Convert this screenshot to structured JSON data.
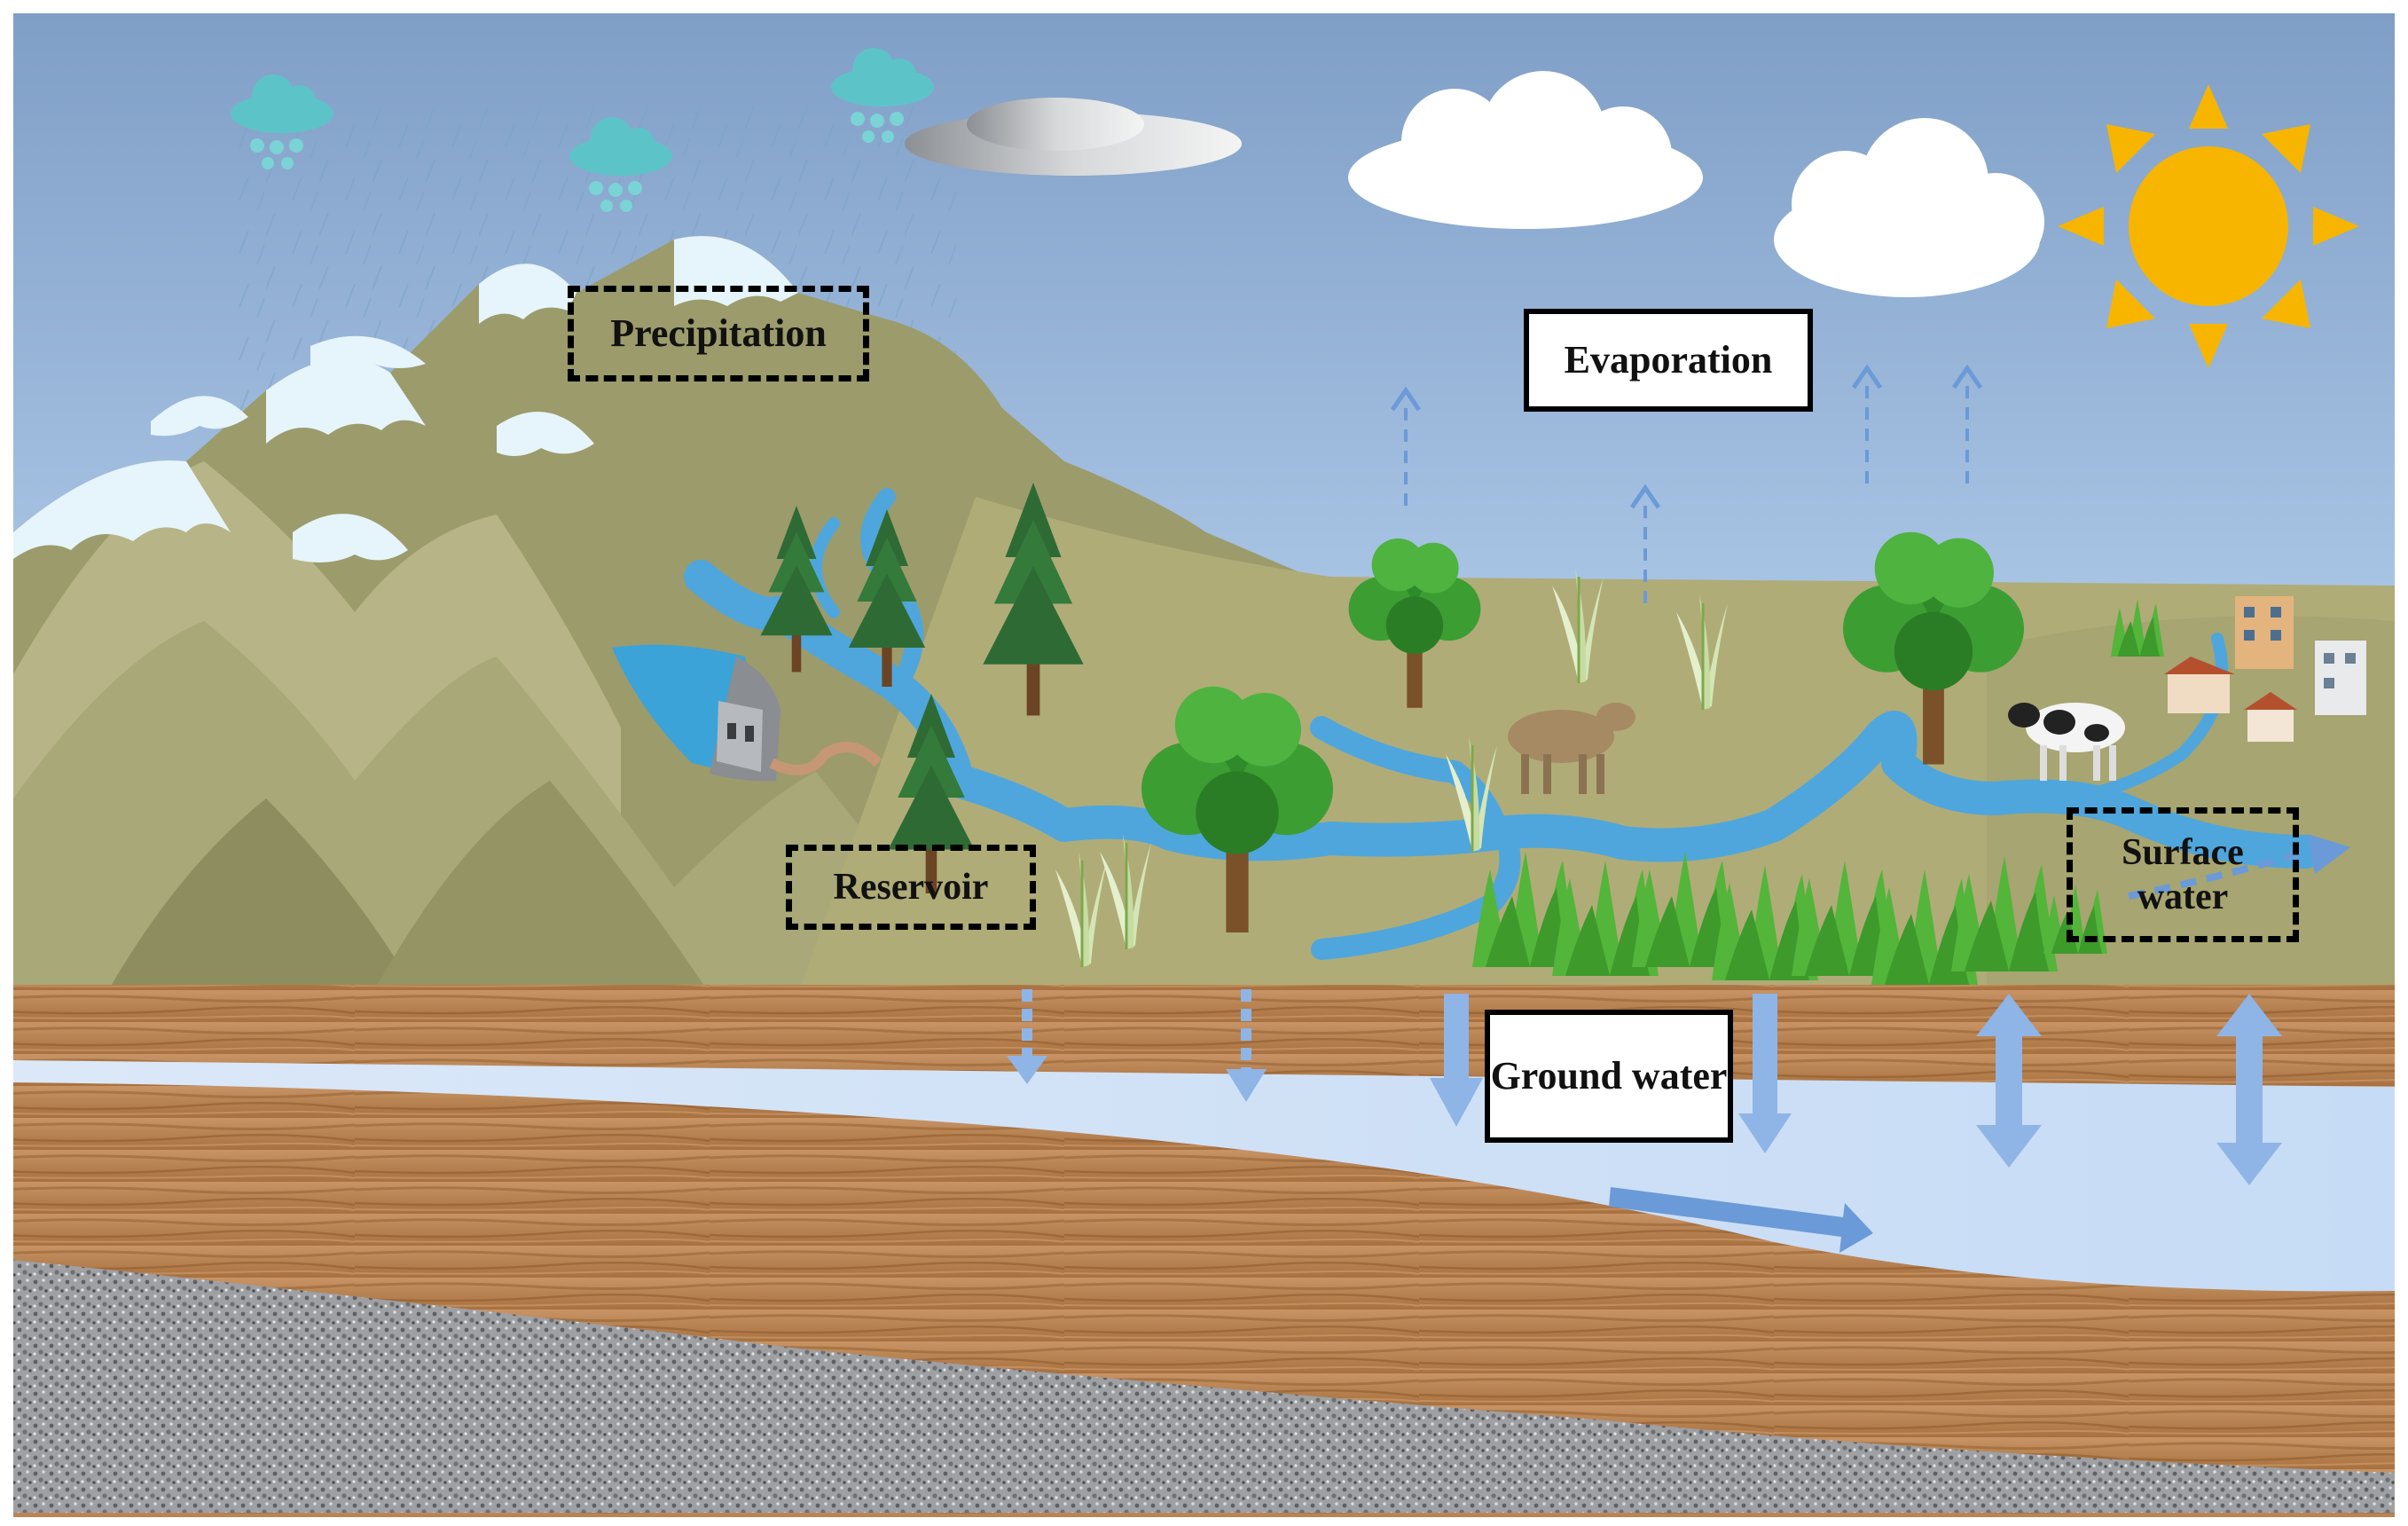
{
  "labels": {
    "precipitation": "Precipitation",
    "evaporation": "Evaporation",
    "reservoir": "Reservoir",
    "surface_water": "Surface water",
    "ground_water": "Ground water"
  },
  "colors": {
    "sky_top": "#7f9ec6",
    "sky_bottom": "#cfe3f7",
    "mountain": "#a9a878",
    "snow": "#e6f4fb",
    "river": "#4fa6dc",
    "soil": "#b57e4f",
    "groundwater": "#cfe0f7",
    "bedrock": "#8b8d90",
    "sun": "#f5b400",
    "arrow": "#6b9ad8"
  },
  "icons": [
    "sun-icon",
    "cloud-icon",
    "rain-cloud-icon",
    "tree-icon",
    "pine-tree-icon",
    "cow-icon",
    "grass-icon",
    "dam-icon",
    "house-icon"
  ]
}
